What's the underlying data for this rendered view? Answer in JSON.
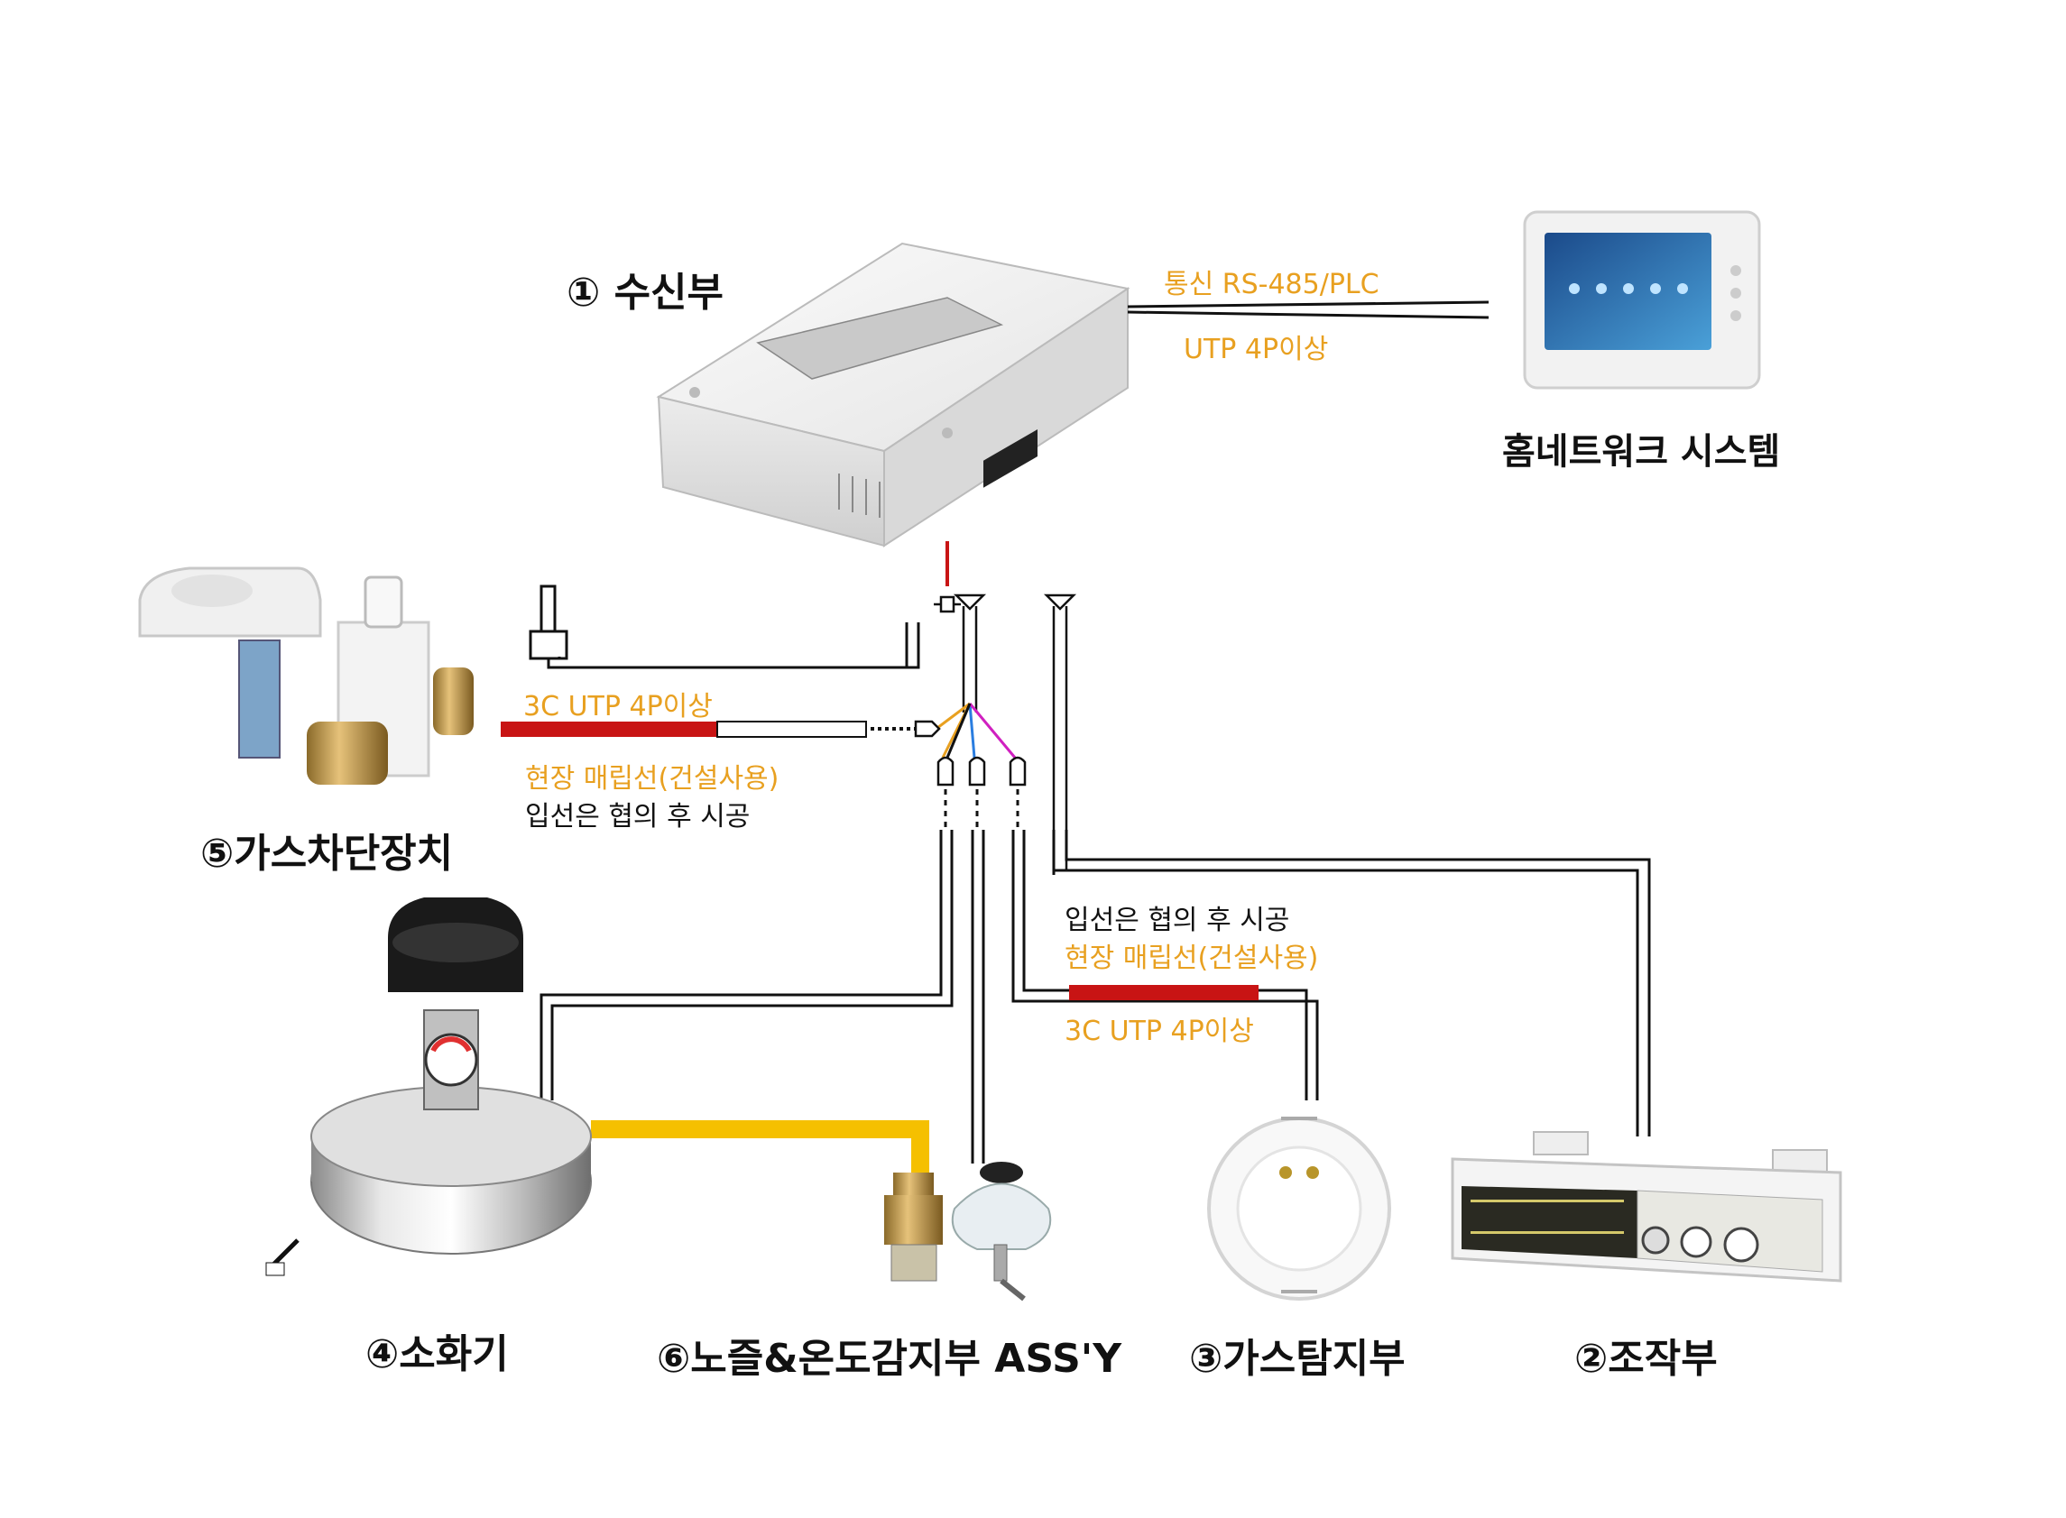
{
  "labels": {
    "receiver": "① 수신부",
    "home_network": "홈네트워크 시스템",
    "comm_protocol": "통신 RS-485/PLC",
    "utp_home": "UTP 4P이상",
    "gas_shutoff": "⑤가스차단장치",
    "utp_left": "3C UTP 4P이상",
    "conduit_left": "현장 매립선(건설사용)",
    "wiring_left": "입선은 협의 후 시공",
    "wiring_right": "입선은 협의 후 시공",
    "conduit_right": "현장 매립선(건설사용)",
    "utp_right": "3C UTP 4P이상",
    "extinguisher": "④소화기",
    "nozzle": "⑥노즐&온도감지부 ASS'Y",
    "gas_detector": "③가스탐지부",
    "control_panel": "②조작부"
  },
  "colors": {
    "accent_orange": "#e8a020",
    "conduit_red": "#c81414",
    "pipe_yellow": "#f5c000",
    "line_black": "#111111"
  }
}
